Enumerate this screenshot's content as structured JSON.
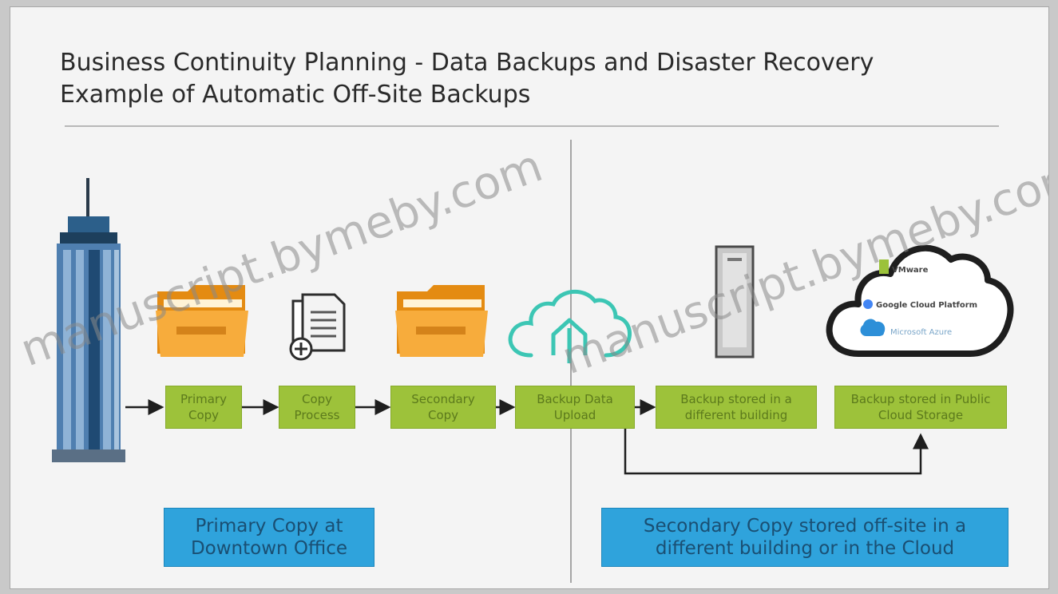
{
  "title": {
    "line1": "Business Continuity Planning - Data Backups and Disaster Recovery",
    "line2": "Example of Automatic Off-Site Backups"
  },
  "steps": [
    {
      "label": "Primary Copy"
    },
    {
      "label": "Copy Process"
    },
    {
      "label": "Secondary Copy"
    },
    {
      "label": "Backup Data Upload"
    },
    {
      "label": "Backup stored in a different building"
    },
    {
      "label": "Backup stored in Public Cloud Storage"
    }
  ],
  "captions": {
    "left": "Primary Copy at Downtown Office",
    "right": "Secondary Copy stored off-site in a different building or in the Cloud"
  },
  "cloud_providers": [
    "VMware",
    "Google Cloud Platform",
    "Microsoft Azure"
  ],
  "watermark": {
    "left": "manuscript.bymeby.com",
    "right": "manuscript.bymeby.com"
  },
  "colors": {
    "step_fill": "#9dc23a",
    "caption_fill": "#2fa3dc",
    "folder": "#f5a623",
    "cloud_outline": "#3cc6b4"
  },
  "icons": {
    "building": "skyscraper-icon",
    "primary_folder": "folder-icon",
    "copy": "document-copy-icon",
    "secondary_folder": "folder-icon",
    "upload": "cloud-upload-icon",
    "storage": "server-tower-icon",
    "public_cloud": "public-cloud-icon"
  }
}
